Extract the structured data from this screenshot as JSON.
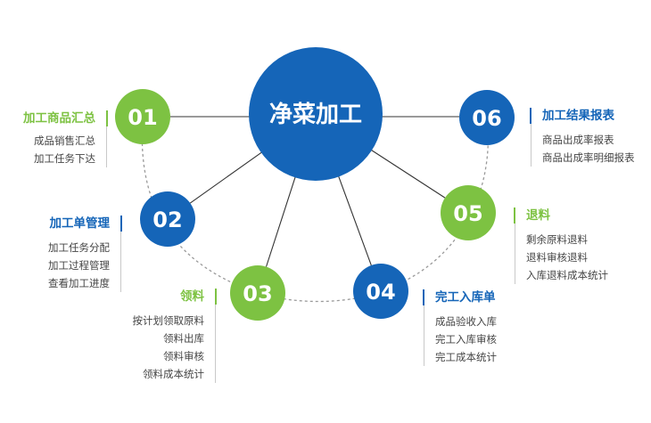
{
  "colors": {
    "blue": "#1565b8",
    "green": "#7dc242",
    "bar_blue": "#1565b8",
    "bar_green": "#7dc242",
    "dash": "#9a9a9a"
  },
  "center": {
    "label": "净菜加工"
  },
  "modules": [
    {
      "num": "01",
      "color": "green",
      "title": "加工商品汇总",
      "items": [
        "成品销售汇总",
        "加工任务下达"
      ]
    },
    {
      "num": "02",
      "color": "blue",
      "title": "加工单管理",
      "items": [
        "加工任务分配",
        "加工过程管理",
        "查看加工进度"
      ]
    },
    {
      "num": "03",
      "color": "green",
      "title": "领料",
      "items": [
        "按计划领取原料",
        "领料出库",
        "领料审核",
        "领料成本统计"
      ]
    },
    {
      "num": "04",
      "color": "blue",
      "title": "完工入库单",
      "items": [
        "成品验收入库",
        "完工入库审核",
        "完工成本统计"
      ]
    },
    {
      "num": "05",
      "color": "green",
      "title": "退料",
      "items": [
        "剩余原料退料",
        "退料审核退料",
        "入库退料成本统计"
      ]
    },
    {
      "num": "06",
      "color": "blue",
      "title": "加工结果报表",
      "items": [
        "商品出成率报表",
        "商品出成率明细报表"
      ]
    }
  ]
}
